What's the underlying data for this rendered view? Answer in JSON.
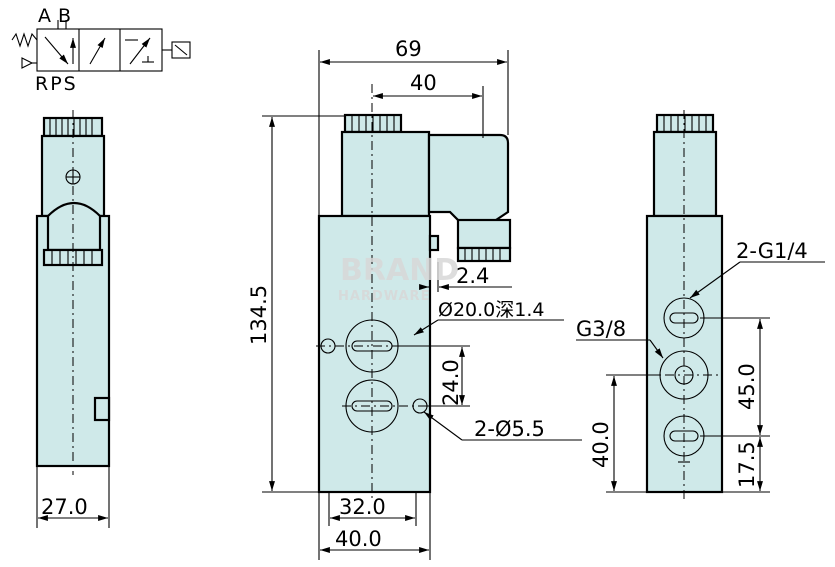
{
  "symbol": {
    "port_a": "A",
    "port_b": "B",
    "ports_bottom": "RPS"
  },
  "dimensions": {
    "overall_width": "69",
    "coil_offset": "40",
    "height": "134.5",
    "step": "2.4",
    "bore": "Ø20.0深1.4",
    "port_pitch": "24.0",
    "mount_holes": "2-Ø5.5",
    "side_width": "27.0",
    "inner_width": "32.0",
    "outer_width": "40.0",
    "port_ab": "2-G1/4",
    "port_p": "G3/8",
    "pitch_ab": "45.0",
    "bottom_offset": "17.5",
    "side_height": "40.0"
  },
  "watermark": {
    "brand": "BRAND",
    "sub": "HARDWARE"
  },
  "colors": {
    "body_fill": "#cfe9e9",
    "line": "#000000"
  }
}
